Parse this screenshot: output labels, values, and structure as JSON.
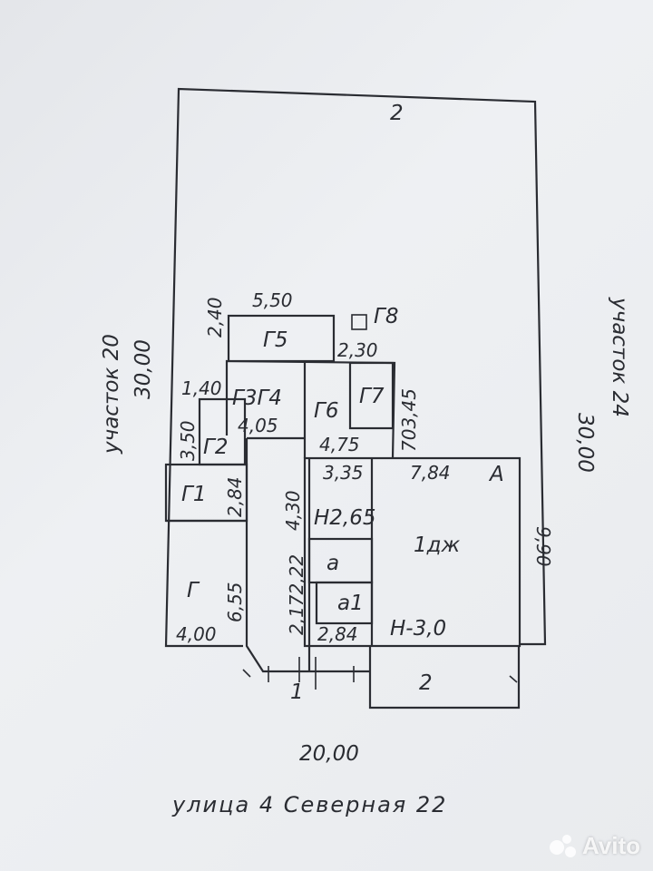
{
  "plan": {
    "neighbor_left": "участок 20",
    "neighbor_left_length": "30,00",
    "neighbor_right": "участок 24",
    "neighbor_right_length": "30,00",
    "back_label": "2",
    "front_length": "20,00",
    "street": "улица 4 Северная 22"
  },
  "buildings": {
    "g8": "Г8",
    "g5": "Г5",
    "g5_width": "5,50",
    "g5_depth": "2,40",
    "g8_dim": "2,30",
    "g3g4": "Г3Г4",
    "g3g4_dim": "4,05",
    "g6": "Г6",
    "g6_dim": "4,75",
    "g7": "Г7",
    "g7_dims": "703,45",
    "g2": "Г2",
    "g2_dim_top": "1,40",
    "g2_dim_side": "3,50",
    "g1": "Г1",
    "g1_dim": "2,84",
    "g": "Г",
    "g_depth": "6,55",
    "g_width": "4,00",
    "passage_dim": "4,30",
    "passage_dim2": "2,172,22",
    "passage_label": "1"
  },
  "house": {
    "letter": "А",
    "name": "1дж",
    "top_dim1": "3,35",
    "top_dim2": "7,84",
    "side_dim": "9,90",
    "h2": "Н2,65",
    "h3": "Н-3,0",
    "a": "а",
    "a1": "а1",
    "a1_dim": "2,84",
    "yard_label": "2"
  },
  "watermark": "Avito"
}
